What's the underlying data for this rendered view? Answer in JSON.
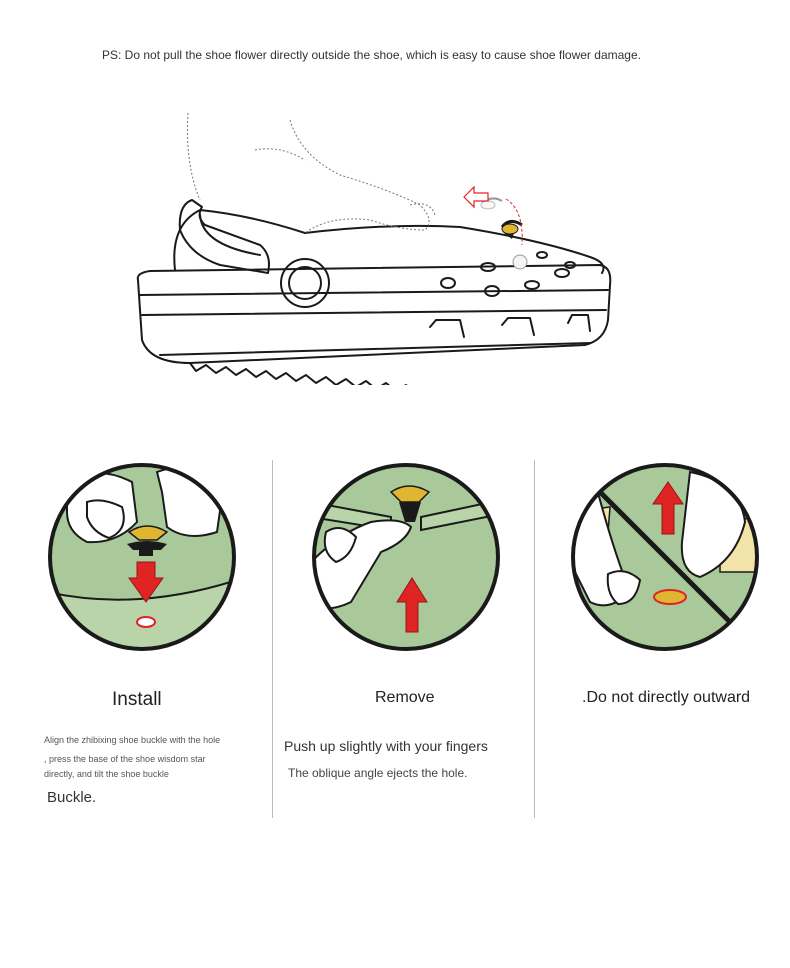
{
  "note": "PS: Do not pull the shoe flower directly outside the shoe, which is easy to cause shoe flower damage.",
  "colors": {
    "circle_fill": "#a9c99a",
    "arrow_red": "#e02424",
    "charm_gold": "#e0b532",
    "outline": "#1a1a1a"
  },
  "steps": [
    {
      "title": "Install",
      "lines": [
        "Align the zhibixing shoe buckle with the hole",
        ", press the base of the shoe wisdom star",
        "directly, and tilt the shoe buckle"
      ],
      "tail": "Buckle."
    },
    {
      "title": "Remove",
      "line1": "Push up slightly with your fingers",
      "line2": "The oblique angle ejects the hole."
    },
    {
      "title": ".Do not directly outward"
    }
  ]
}
